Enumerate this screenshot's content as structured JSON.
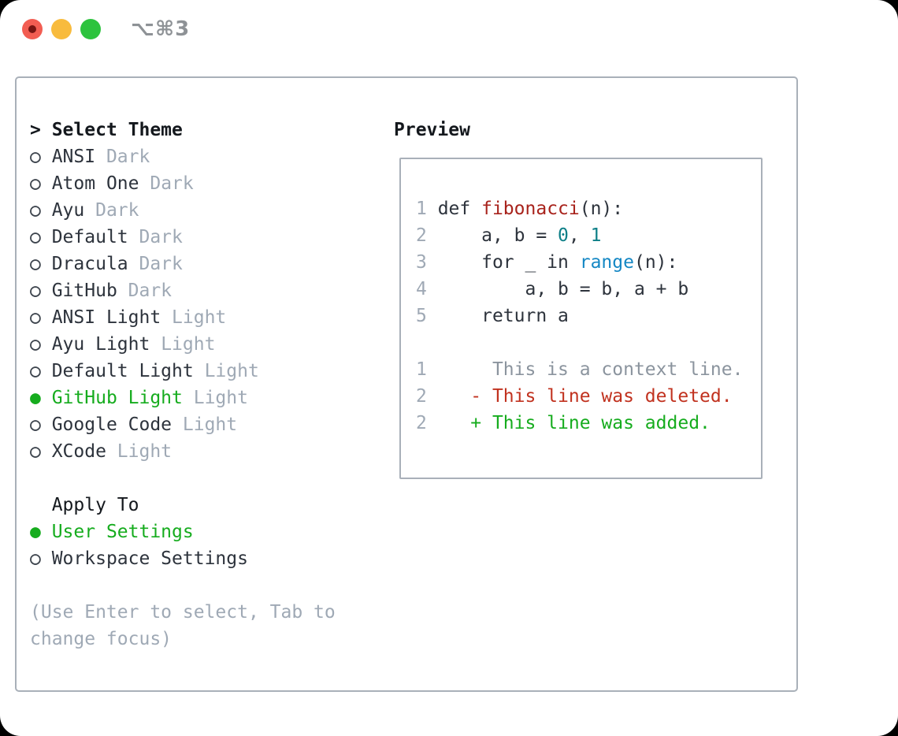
{
  "window": {
    "title": "⌥⌘3"
  },
  "colors": {
    "text-dark": "#2d333c",
    "heading-black": "#14181d",
    "muted-gray": "#9fa9b5",
    "context-gray": "#8b949e",
    "accent-green": "#16ac1e",
    "deleted-red": "#c1321f",
    "function-red": "#a8231c",
    "number-teal": "#0d7f87",
    "builtin-blue": "#1487c4",
    "bullet-outline": "#3d444d",
    "panel-border": "#a9b0b9",
    "title-gray": "#8e9296",
    "traffic-red": "#f25d52",
    "traffic-red-dot": "#771512",
    "traffic-yellow": "#f8bb3d",
    "traffic-green": "#2dc33e"
  },
  "theme_panel": {
    "prompt": ">",
    "heading": "Select Theme",
    "themes": [
      {
        "name": "ANSI",
        "variant": "Dark",
        "selected": false
      },
      {
        "name": "Atom One",
        "variant": "Dark",
        "selected": false
      },
      {
        "name": "Ayu",
        "variant": "Dark",
        "selected": false
      },
      {
        "name": "Default",
        "variant": "Dark",
        "selected": false
      },
      {
        "name": "Dracula",
        "variant": "Dark",
        "selected": false
      },
      {
        "name": "GitHub",
        "variant": "Dark",
        "selected": false
      },
      {
        "name": "ANSI Light",
        "variant": "Light",
        "selected": false
      },
      {
        "name": "Ayu Light",
        "variant": "Light",
        "selected": false
      },
      {
        "name": "Default Light",
        "variant": "Light",
        "selected": false
      },
      {
        "name": "GitHub Light",
        "variant": "Light",
        "selected": true
      },
      {
        "name": "Google Code",
        "variant": "Light",
        "selected": false
      },
      {
        "name": "XCode",
        "variant": "Light",
        "selected": false
      }
    ],
    "apply_heading": "Apply To",
    "apply_options": [
      {
        "label": "User Settings",
        "selected": true
      },
      {
        "label": "Workspace Settings",
        "selected": false
      }
    ],
    "help_lines": [
      "(Use Enter to select, Tab to",
      "change focus)"
    ]
  },
  "preview": {
    "heading": "Preview",
    "lines": [
      {
        "segments": [
          {
            "t": "1",
            "c": "line-number"
          },
          {
            "t": " def ",
            "c": "plain"
          },
          {
            "t": "fibonacci",
            "c": "function"
          },
          {
            "t": "(n):",
            "c": "plain"
          }
        ]
      },
      {
        "segments": [
          {
            "t": "2",
            "c": "line-number"
          },
          {
            "t": "     a, b = ",
            "c": "plain"
          },
          {
            "t": "0",
            "c": "number"
          },
          {
            "t": ", ",
            "c": "plain"
          },
          {
            "t": "1",
            "c": "number"
          }
        ]
      },
      {
        "segments": [
          {
            "t": "3",
            "c": "line-number"
          },
          {
            "t": "     for _ in ",
            "c": "plain"
          },
          {
            "t": "range",
            "c": "builtin"
          },
          {
            "t": "(n):",
            "c": "plain"
          }
        ]
      },
      {
        "segments": [
          {
            "t": "4",
            "c": "line-number"
          },
          {
            "t": "         a, b = b, a + b",
            "c": "plain"
          }
        ]
      },
      {
        "segments": [
          {
            "t": "5",
            "c": "line-number"
          },
          {
            "t": "     return a",
            "c": "plain"
          }
        ]
      },
      {
        "segments": []
      },
      {
        "segments": [
          {
            "t": "1",
            "c": "line-number"
          },
          {
            "t": "      This is a context line.",
            "c": "context"
          }
        ]
      },
      {
        "segments": [
          {
            "t": "2",
            "c": "line-number"
          },
          {
            "t": "    - This line was deleted.",
            "c": "deleted"
          }
        ]
      },
      {
        "segments": [
          {
            "t": "2",
            "c": "line-number"
          },
          {
            "t": "    + This line was added.",
            "c": "added"
          }
        ]
      }
    ]
  }
}
